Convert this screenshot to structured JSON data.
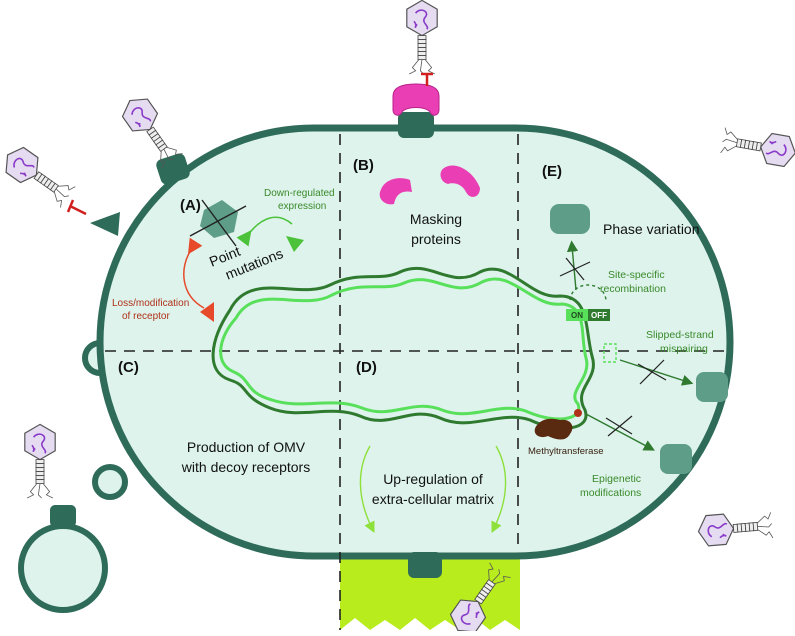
{
  "sections": {
    "A": {
      "letter": "(A)",
      "title": "Point mutations",
      "title_lines": [
        "Point",
        "mutations"
      ],
      "arrow_down": [
        "Down-regulated",
        "expression"
      ],
      "arrow_loss": [
        "Loss/modification",
        "of receptor"
      ]
    },
    "B": {
      "letter": "(B)",
      "title": "Masking proteins",
      "title_lines": [
        "Masking",
        "proteins"
      ]
    },
    "C": {
      "letter": "(C)",
      "title_lines": [
        "Production of OMV",
        "with decoy receptors"
      ]
    },
    "D": {
      "letter": "(D)",
      "title_lines": [
        "Up-regulation of",
        "extra-cellular matrix"
      ]
    },
    "E": {
      "letter": "(E)",
      "title": "Phase variation",
      "site_specific": [
        "Site-specific",
        "recombination"
      ],
      "switch_on": "ON",
      "switch_off": "OFF",
      "slipped": [
        "Slipped-strand",
        "mispairing"
      ],
      "methyltransferase": "Methyltransferase",
      "epigenetic": [
        "Epigenetic",
        "modifications"
      ]
    }
  },
  "colors": {
    "cell_fill": "#ddf3ec",
    "cell_stroke": "#2f6b59",
    "receptor": "#2f6b59",
    "mask_protein": "#ea3fb4",
    "dna_dark": "#2f7a2f",
    "dna_light": "#58e05a",
    "green_text": "#3a8a2a",
    "red_text": "#b03018",
    "arrow_red": "#e64a2a",
    "arrow_green": "#4cc23a",
    "ecm": "#b9ec1c",
    "methyltransferase": "#5a2a10",
    "block": "#5e9e88",
    "inhibit": "#d12020",
    "phage_head": "#c9a8e6"
  },
  "icons": [
    "phage-icon",
    "receptor-icon",
    "masking-protein-icon",
    "inhibition-icon",
    "cross-icon",
    "methyltransferase-icon"
  ]
}
